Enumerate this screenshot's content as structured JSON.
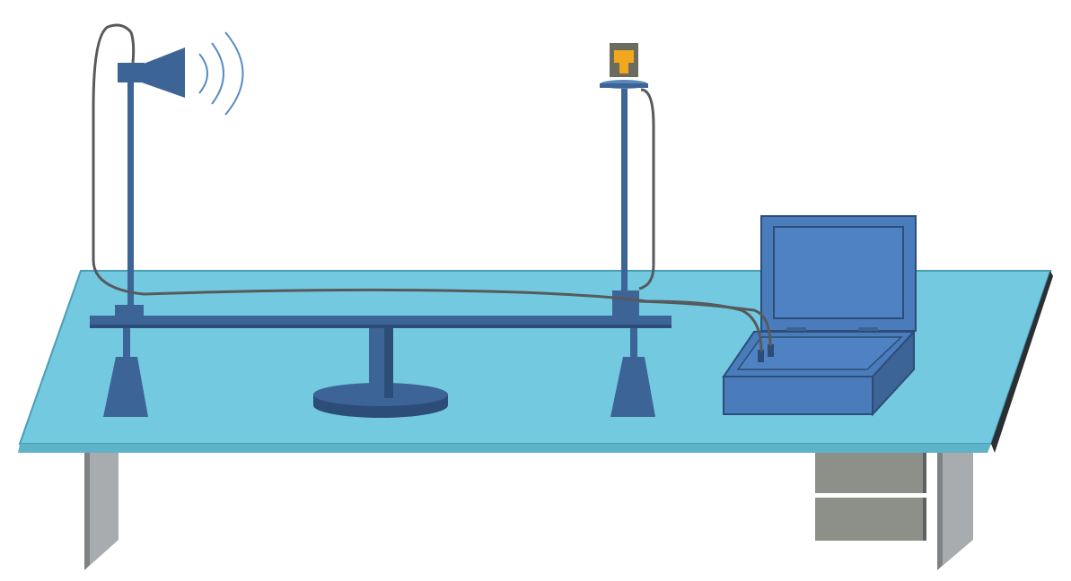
{
  "colors": {
    "background": "#ffffff",
    "tabletop_fill": "#73c9e0",
    "tabletop_edge": "#4a9db5",
    "tabletop_front": "#5fb3c9",
    "table_leg": "#a9acae",
    "table_leg_shadow": "#7f8285",
    "drawer": "#8c9088",
    "drawer_edge": "#5e615c",
    "equipment_blue": "#3d6496",
    "equipment_blue_dark": "#2c4d78",
    "equipment_blue_light": "#5a86b8",
    "laptop_screen": "#4a7cbc",
    "laptop_screen_inner": "#4f82c2",
    "cable": "#575a5c",
    "sensor_yellow": "#f2a81c",
    "sensor_frame": "#6b6b60",
    "wave": "#5a8cc0"
  },
  "components": [
    "horn-antenna",
    "sound-waves",
    "receiver-sensor",
    "left-mast",
    "right-mast",
    "horizontal-rail",
    "center-pedestal",
    "left-base-foot",
    "right-base-foot",
    "laptop",
    "cables",
    "table",
    "drawer-unit"
  ]
}
